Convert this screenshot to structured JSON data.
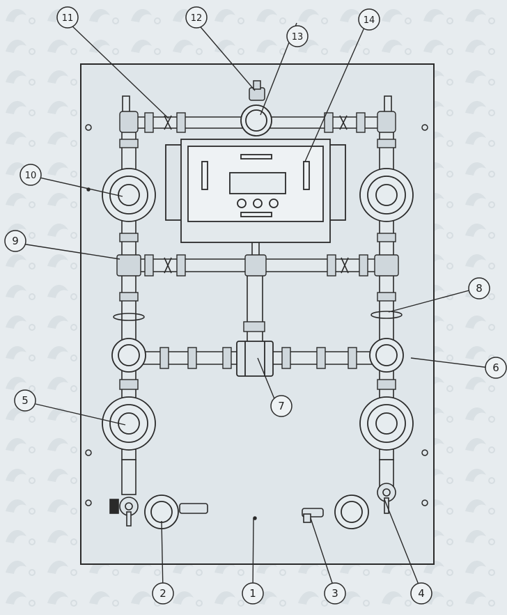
{
  "diagram": {
    "colors": {
      "background": "#e7ecef",
      "panel": "#dde4e8",
      "line": "#2a2a2a"
    },
    "callouts": [
      "1",
      "2",
      "3",
      "4",
      "5",
      "6",
      "7",
      "8",
      "9",
      "10",
      "11",
      "12",
      "13",
      "14"
    ],
    "components": [
      "panel-plate",
      "pressure-gauge-inlet",
      "outlet-connection",
      "shutoff-valve",
      "regulator",
      "pressure-gauge",
      "tee-manifold",
      "ball-valve-lower",
      "tee-fitting",
      "regulator-upper",
      "ball-valve-upper",
      "relief-valve",
      "pressure-gauge-top",
      "controller-display"
    ]
  }
}
